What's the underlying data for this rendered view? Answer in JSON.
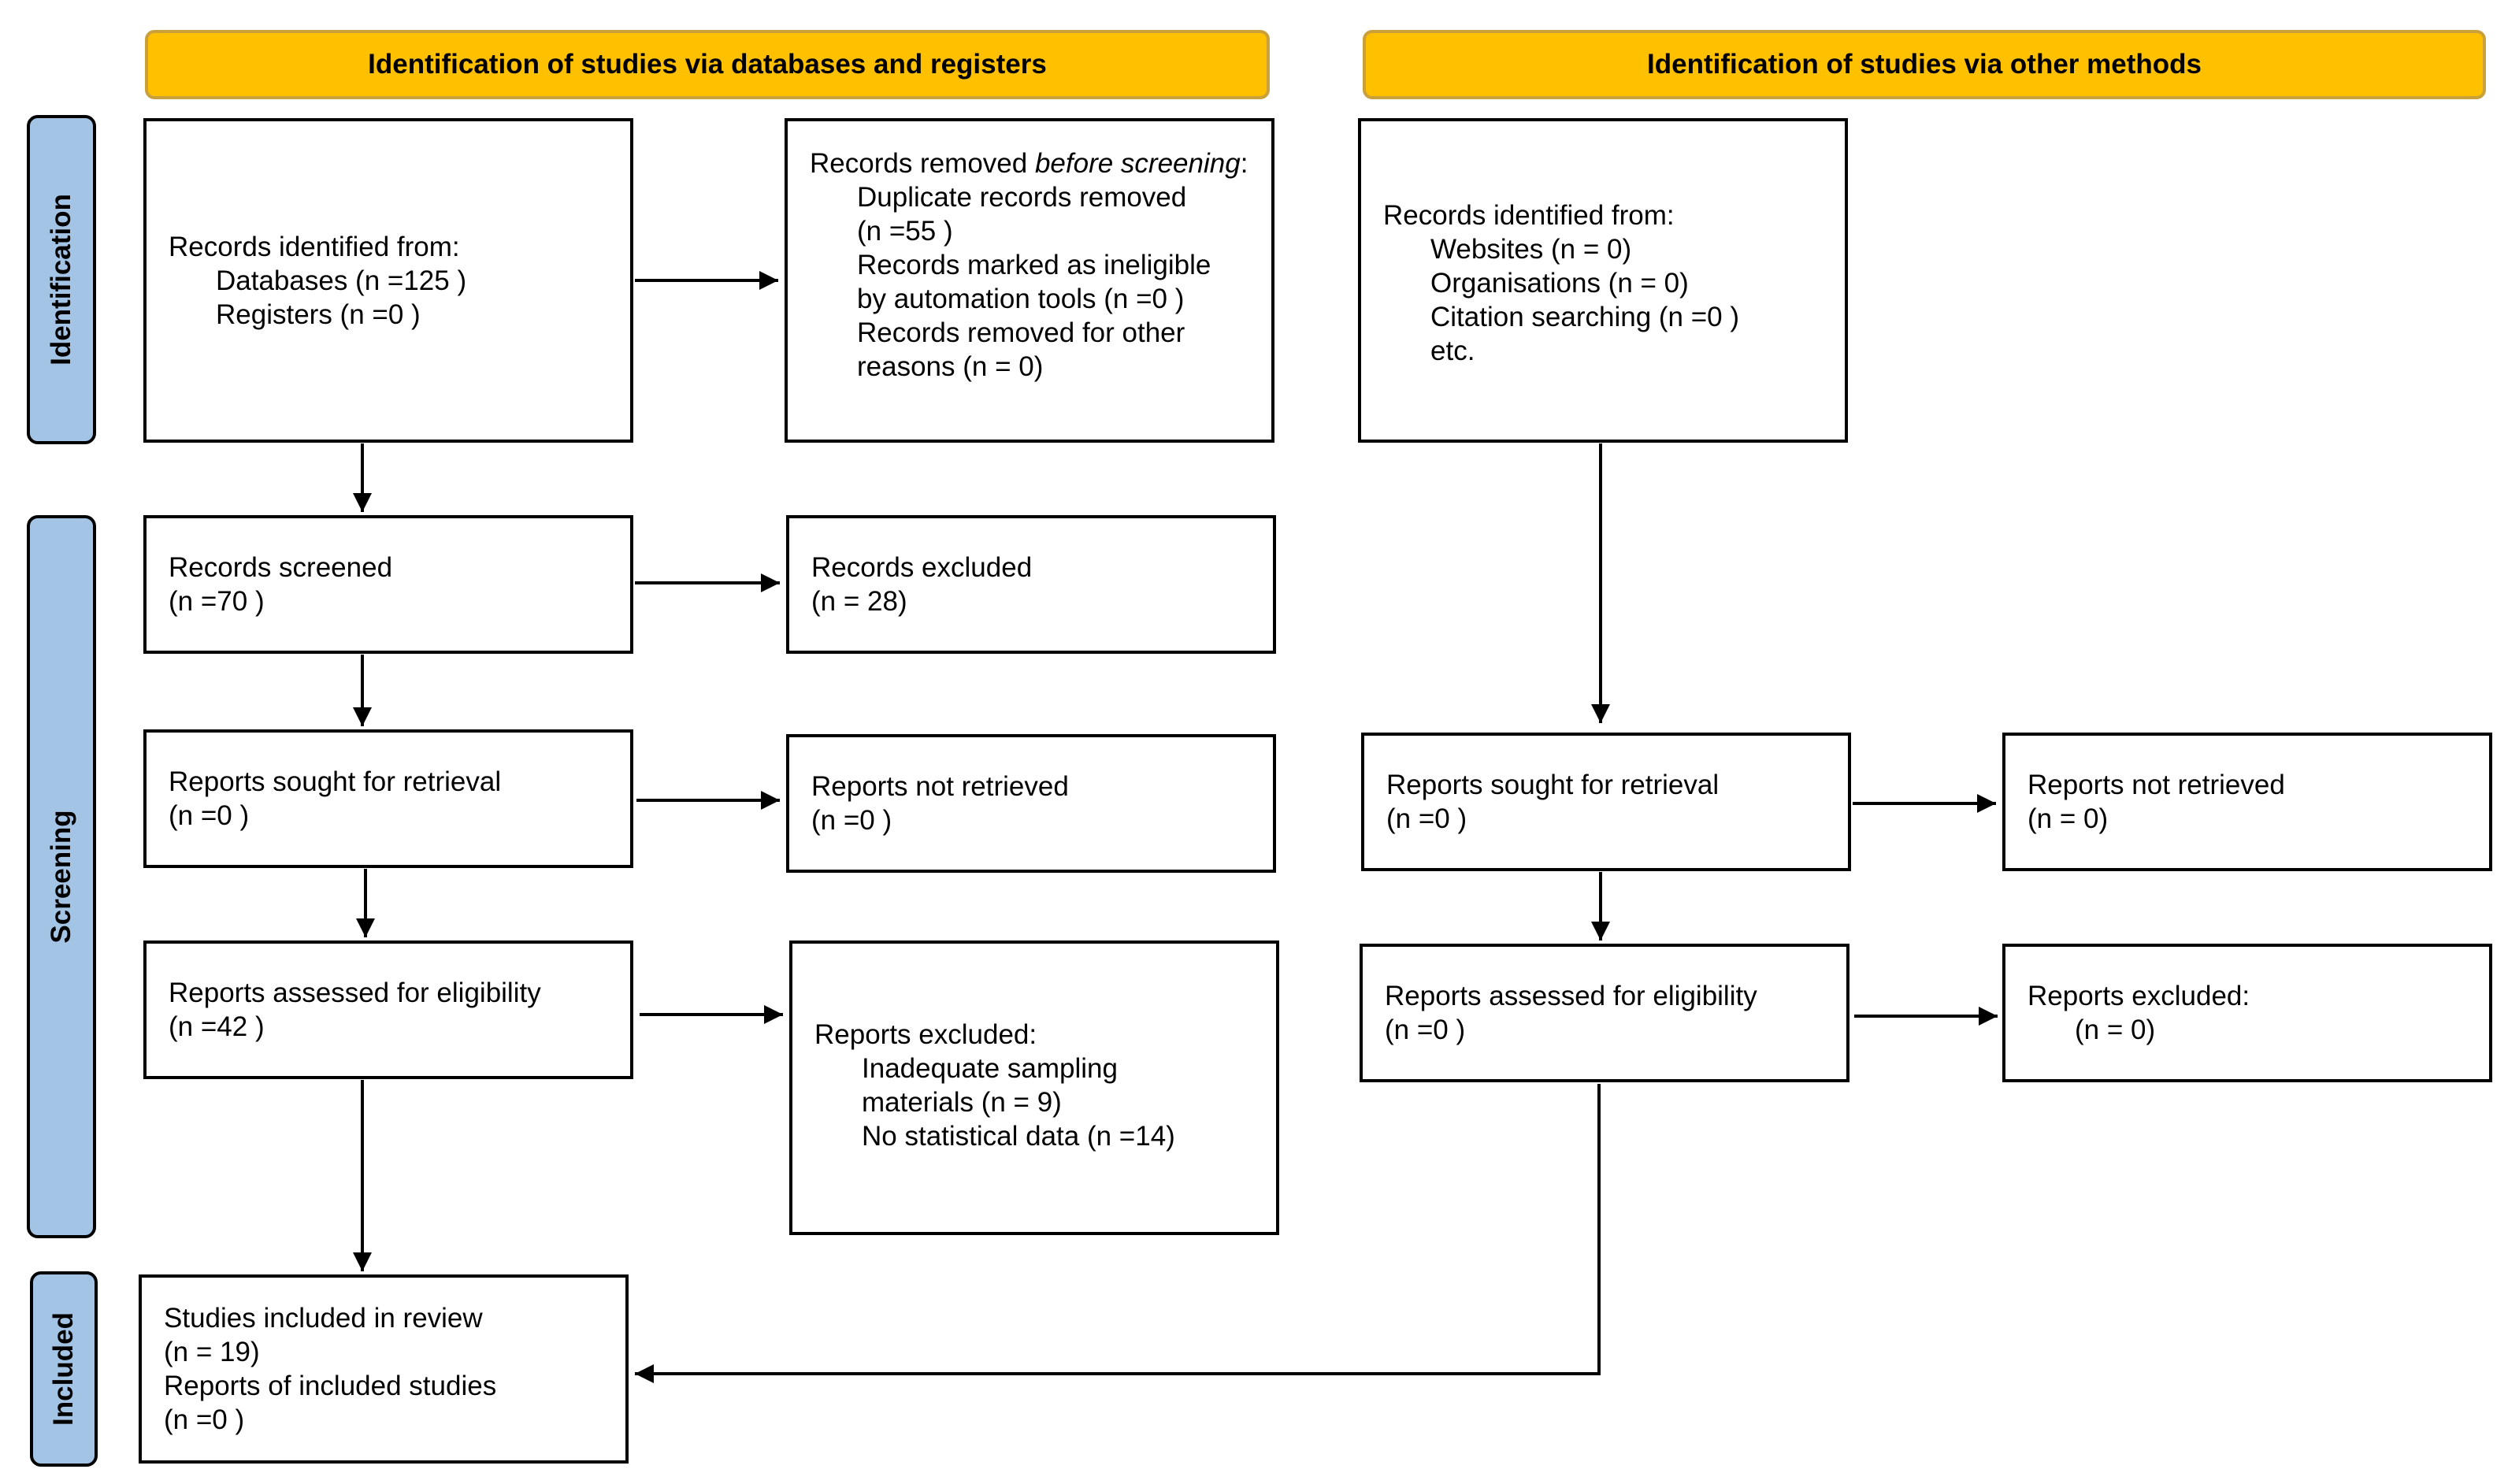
{
  "headers": {
    "left": "Identification of studies via databases and registers",
    "right": "Identification of studies via other methods"
  },
  "phases": {
    "identification": "Identification",
    "screening": "Screening",
    "included": "Included"
  },
  "left": {
    "identified": {
      "title": "Records identified from:",
      "databases": "Databases (n =125 )",
      "registers": "Registers (n =0 )"
    },
    "removed": {
      "title_prefix": "Records removed ",
      "title_italic": "before screening",
      "title_suffix": ":",
      "duplicates_1": "Duplicate records removed",
      "duplicates_2": "(n =55 )",
      "ineligible_1": "Records marked as ineligible",
      "ineligible_2": "by automation tools (n =0 )",
      "other_1": "Records removed for other",
      "other_2": "reasons (n = 0)"
    },
    "screened": {
      "title": "Records screened",
      "count": "(n =70 )"
    },
    "excluded": {
      "title": "Records excluded",
      "count": "(n = 28)"
    },
    "sought": {
      "title": "Reports sought for retrieval",
      "count": "(n =0 )"
    },
    "not_retrieved": {
      "title": "Reports not retrieved",
      "count": "(n =0 )"
    },
    "assessed": {
      "title": "Reports assessed for eligibility",
      "count": "(n =42 )"
    },
    "reports_excluded": {
      "title": "Reports excluded:",
      "reason1_1": "Inadequate sampling",
      "reason1_2": "materials  (n = 9)",
      "reason2": "No statistical data  (n =14)"
    },
    "included": {
      "studies": "Studies included in review",
      "studies_count": "(n = 19)",
      "reports": "Reports of included studies",
      "reports_count": "(n =0 )"
    }
  },
  "right": {
    "identified": {
      "title": "Records identified from:",
      "websites": "Websites (n = 0)",
      "organisations": "Organisations (n = 0)",
      "citation": "Citation searching (n =0 )",
      "etc": "etc."
    },
    "sought": {
      "title": "Reports sought for retrieval",
      "count": "(n =0 )"
    },
    "not_retrieved": {
      "title": "Reports not retrieved",
      "count": "(n = 0)"
    },
    "assessed": {
      "title": "Reports assessed for eligibility",
      "count": "(n =0 )"
    },
    "excluded": {
      "title": "Reports excluded:",
      "count": "(n = 0)"
    }
  }
}
